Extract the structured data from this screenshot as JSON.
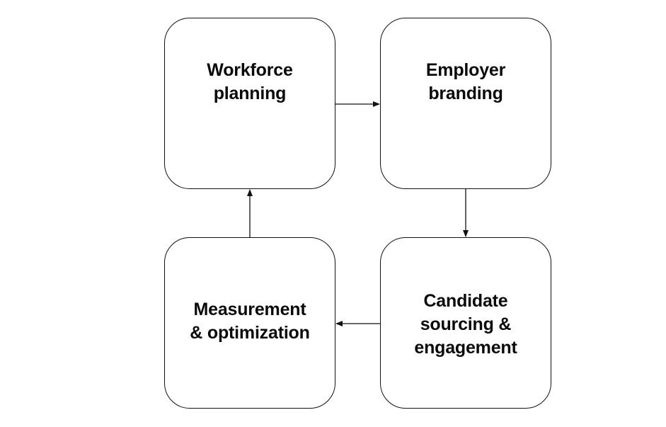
{
  "diagram": {
    "steps": [
      {
        "label": "Workforce\nplanning"
      },
      {
        "label": "Employer\nbranding"
      },
      {
        "label": "Candidate\nsourcing &\nengagement"
      },
      {
        "label": "Measurement\n& optimization"
      }
    ],
    "colors": {
      "stroke": "#111111",
      "text": "#0a0a0a",
      "background": "#ffffff"
    }
  }
}
